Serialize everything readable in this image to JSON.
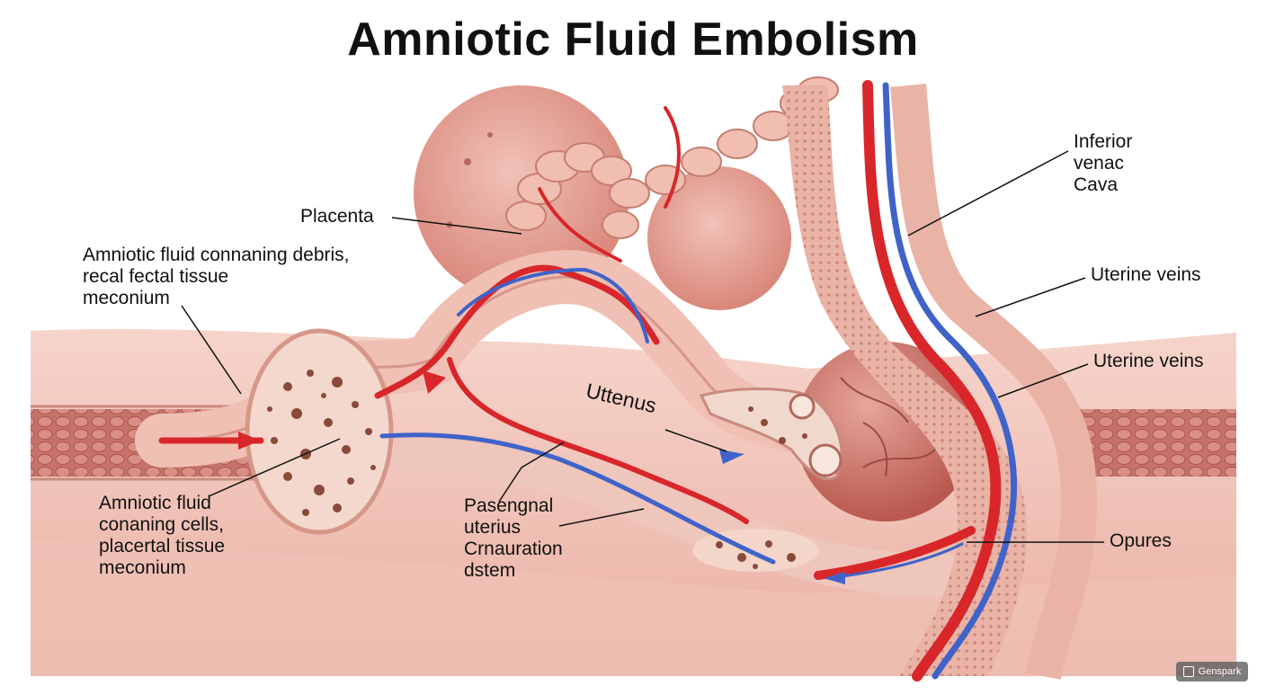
{
  "title": "Amniotic Fluid Embolism",
  "labels": {
    "placenta": "Placenta",
    "debris": [
      "Amniotic fluid connaning debris,",
      "recal fectal tissue",
      "meconium"
    ],
    "cells": [
      "Amniotic fluid",
      "conaning cells,",
      "placertal tissue",
      "meconium"
    ],
    "uttenus": "Uttenus",
    "pasengnal": [
      "Pasengnal",
      "uterius",
      "Crnauration",
      "dstem"
    ],
    "ivc": [
      "Inferior",
      "venac",
      "Cava"
    ],
    "uterine_veins_1": "Uterine veins",
    "uterine_veins_2": "Uterine veins",
    "opures": "Opures"
  },
  "watermark": "Genspark",
  "colors": {
    "artery": "#d8262a",
    "vein": "#3f63c9",
    "tissue": "#eab3a8",
    "debris": "#8a4a3a"
  }
}
